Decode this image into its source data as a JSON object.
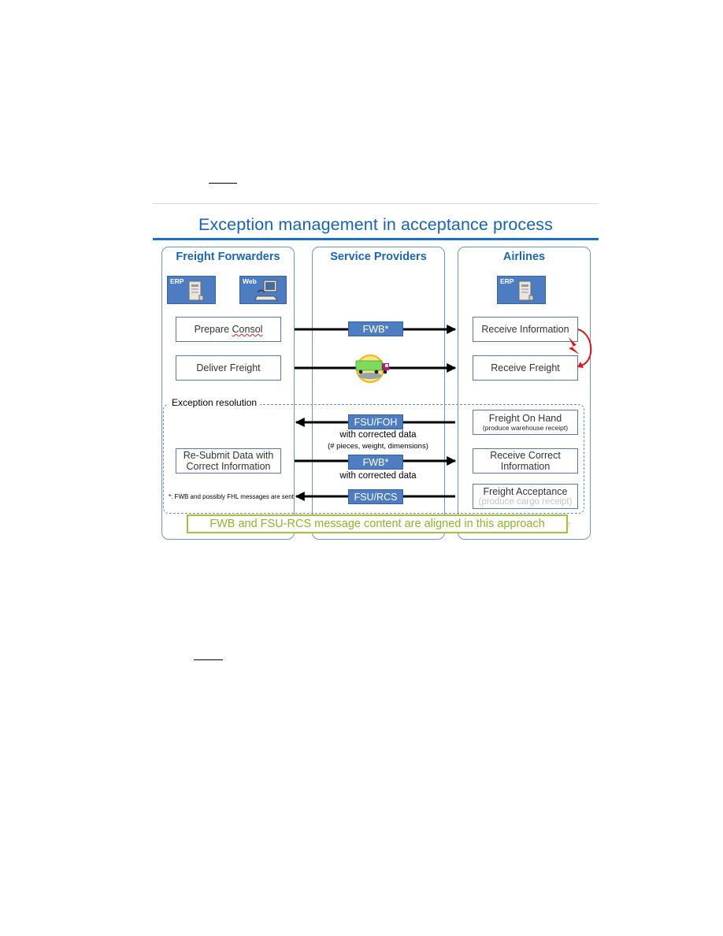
{
  "figure": {
    "title": "Exception management in acceptance process",
    "lanes": {
      "forwarders": "Freight Forwarders",
      "providers": "Service Providers",
      "airlines": "Airlines"
    },
    "systems": {
      "ff_erp": "ERP",
      "ff_web": "Web",
      "al_erp": "ERP"
    },
    "steps": {
      "prepare_consol_a": "Prepare ",
      "prepare_consol_b": "Consol",
      "deliver_freight": "Deliver Freight",
      "resubmit_line1": "Re-Submit Data with",
      "resubmit_line2": "Correct Information",
      "receive_information": "Receive Information",
      "receive_freight": "Receive Freight",
      "freight_on_hand": "Freight On Hand",
      "freight_on_hand_sub": "(produce warehouse receipt)",
      "receive_correct_line1": "Receive Correct",
      "receive_correct_line2": "Information",
      "freight_acceptance": "Freight Acceptance",
      "freight_acceptance_sub": "(produce cargo receipt)"
    },
    "messages": {
      "fwb_1": "FWB*",
      "fsu_foh": "FSU/FOH",
      "fsu_foh_note": "with corrected data",
      "fsu_foh_note2": "(# pieces, weight, dimensions)",
      "fwb_2": "FWB*",
      "fwb_2_note": "with corrected data",
      "fsu_rcs": "FSU/RCS"
    },
    "exception_label": "Exception resolution",
    "footnote": "*: FWB and possibly FHL messages are sent",
    "banner": "FWB and FSU-RCS message content are aligned in this approach",
    "banner_tail": "e",
    "colors": {
      "title_blue": "#1565b4",
      "message_box": "#4e7dc1",
      "banner_green": "#8db42b",
      "loop_arrow_red": "#e0161b"
    },
    "icons": [
      "server-tower-icon",
      "computer-terminal-icon",
      "truck-icon",
      "loop-arrow-icon"
    ]
  }
}
